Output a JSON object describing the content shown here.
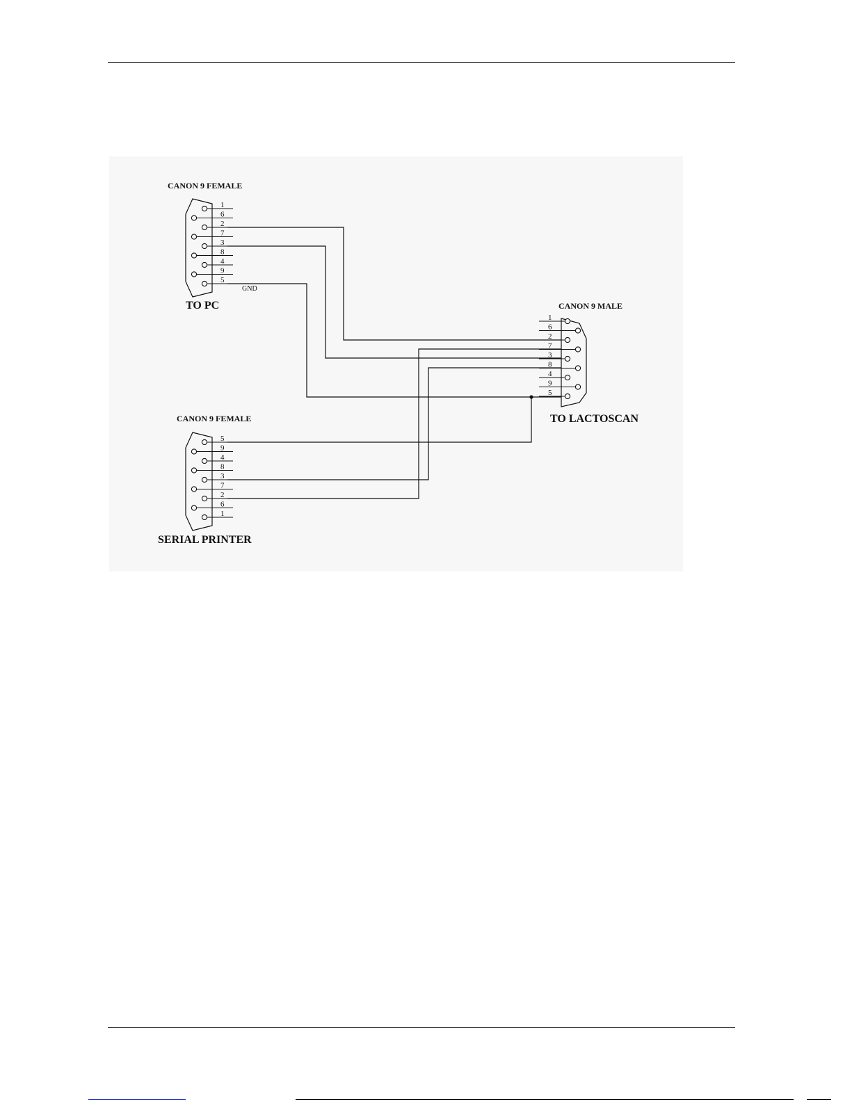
{
  "diagram": {
    "background": "#f7f7f7",
    "line_color": "#111111",
    "connectors": {
      "pc": {
        "title": "CANON 9 FEMALE",
        "label": "TO PC",
        "pins": [
          "1",
          "6",
          "2",
          "7",
          "3",
          "8",
          "4",
          "9",
          "5"
        ]
      },
      "lactoscan": {
        "title": "CANON 9 MALE",
        "label": "TO LACTOSCAN",
        "pins": [
          "1",
          "6",
          "2",
          "7",
          "3",
          "8",
          "4",
          "9",
          "5"
        ]
      },
      "printer": {
        "title": "CANON 9 FEMALE",
        "label": "SERIAL PRINTER",
        "pins": [
          "5",
          "9",
          "4",
          "8",
          "3",
          "7",
          "2",
          "6",
          "1"
        ]
      }
    },
    "gnd_label": "GND",
    "connections": [
      {
        "from": "pc",
        "from_pin": "2",
        "to": "lactoscan",
        "to_pin": "2"
      },
      {
        "from": "pc",
        "from_pin": "3",
        "to": "lactoscan",
        "to_pin": "3"
      },
      {
        "from": "pc",
        "from_pin": "5",
        "to": "lactoscan",
        "to_pin": "5"
      },
      {
        "from": "printer",
        "from_pin": "5",
        "to": "lactoscan",
        "to_pin": "5"
      },
      {
        "from": "printer",
        "from_pin": "3",
        "to": "lactoscan",
        "to_pin": "8"
      },
      {
        "from": "printer",
        "from_pin": "2",
        "to": "lactoscan",
        "to_pin": "7"
      }
    ]
  }
}
